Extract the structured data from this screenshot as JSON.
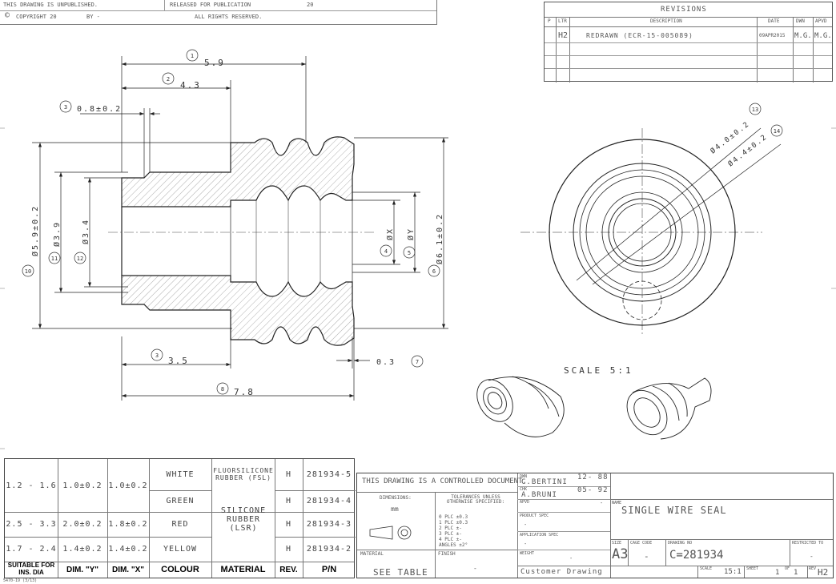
{
  "top_left": {
    "unpublished": "THIS DRAWING IS UNPUBLISHED.",
    "released": "RELEASED FOR PUBLICATION",
    "year": "20",
    "copyright": "COPYRIGHT 20",
    "by": "BY -",
    "rights": "ALL RIGHTS RESERVED."
  },
  "revisions": {
    "title": "REVISIONS",
    "headers": [
      "P",
      "LTR",
      "DESCRIPTION",
      "DATE",
      "DWN",
      "APVD"
    ],
    "rows": [
      {
        "ltr": "H2",
        "desc": "REDRAWN (ECR-15-005089)",
        "date": "09APR2015",
        "dwn": "M.G.",
        "apvd": "M.G."
      }
    ]
  },
  "dims": {
    "d1": "5.9",
    "d2": "4.3",
    "d3": "0.8±0.2",
    "d3b": "3.5",
    "d7": "0.3",
    "d8": "7.8",
    "d10": "Ø5.9±0.2",
    "d11": "Ø3.9",
    "d12": "Ø3.4",
    "d4": "ØX",
    "d5": "ØY",
    "d6": "Ø6.1±0.2",
    "d13": "Ø4.0±0.2",
    "d14": "Ø4.4±0.2"
  },
  "balloons": [
    "1",
    "2",
    "3",
    "3",
    "7",
    "8",
    "10",
    "11",
    "12",
    "4",
    "5",
    "6",
    "13",
    "14"
  ],
  "scale_note": "SCALE  5:1",
  "bom": {
    "headers": [
      "SUITABLE FOR INS. DIA",
      "DIM. \"Y\"",
      "DIM. \"X\"",
      "COLOUR",
      "MATERIAL",
      "REV.",
      "P/N"
    ],
    "rows": [
      {
        "ins": "1.2 - 1.6",
        "y": "1.0±0.2",
        "x": "1.0±0.2",
        "colour": "WHITE",
        "material": "FLUORSILICONE RUBBER (FSL)",
        "rev": "H",
        "pn": "281934-5"
      },
      {
        "ins": "",
        "y": "",
        "x": "",
        "colour": "GREEN",
        "material": "",
        "rev": "H",
        "pn": "281934-4"
      },
      {
        "ins": "2.5 - 3.3",
        "y": "2.0±0.2",
        "x": "1.8±0.2",
        "colour": "RED",
        "material": "SILICONE RUBBER (LSR)",
        "rev": "H",
        "pn": "281934-3"
      },
      {
        "ins": "1.7 - 2.4",
        "y": "1.4±0.2",
        "x": "1.4±0.2",
        "colour": "YELLOW",
        "material": "",
        "rev": "H",
        "pn": "281934-2"
      }
    ]
  },
  "titleblock": {
    "controlled": "THIS DRAWING IS A CONTROLLED DOCUMENT.",
    "dwn_label": "DWN",
    "dwn": "C.BERTINI",
    "dwn_date": "12- 88",
    "chk_label": "CHK",
    "chk": "A.BRUNI",
    "chk_date": "05- 92",
    "apvd_label": "APVD",
    "apvd": "-",
    "dimensions_label": "DIMENSIONS:",
    "dimensions_unit": "mm",
    "tolerances_label": "TOLERANCES UNLESS OTHERWISE SPECIFIED:",
    "tol": [
      "0 PLC   ±0.3",
      "1 PLC   ±0.3",
      "2 PLC   ±-",
      "3 PLC   ±-",
      "4 PLC   ±-",
      "ANGLES          ±2°"
    ],
    "product_spec": "PRODUCT SPEC",
    "product_spec_val": "-",
    "application_spec": "APPLICATION SPEC",
    "application_spec_val": "-",
    "material_label": "MATERIAL",
    "material_val": "SEE TABLE",
    "finish_label": "FINISH",
    "finish_val": "-",
    "weight_label": "WEIGHT",
    "weight_val": "-",
    "customer": "Customer Drawing",
    "name_label": "NAME",
    "name": "SINGLE WIRE SEAL",
    "size_label": "SIZE",
    "size": "A3",
    "cage_label": "CAGE CODE",
    "cage": "-",
    "drawing_no_label": "DRAWING NO",
    "drawing_no": "C=281934",
    "restricted": "RESTRICTED TO",
    "restricted_val": "-",
    "scale_label": "SCALE",
    "scale": "15:1",
    "sheet_label": "SHEET",
    "sheet": "1",
    "of_label": "OF",
    "of": "1",
    "rev_label": "REV",
    "rev": "H2"
  },
  "footer_code": "5470-19 (3/13)"
}
